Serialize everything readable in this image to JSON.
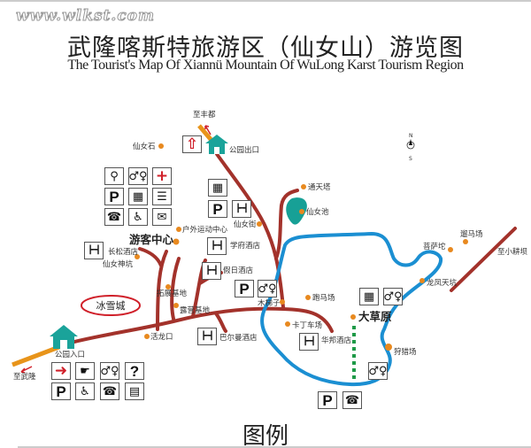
{
  "watermark": "www.wlkst.com",
  "title_cn": "武隆喀斯特旅游区（仙女山）游览图",
  "title_en": "The Tourist's Map Of Xiannü  Mountain Of WuLong Karst Tourism Region",
  "compass": {
    "n": "N",
    "s": "S"
  },
  "places": {
    "to_fengdu": "至丰都",
    "xiannvshi": "仙女石",
    "park_exit": "公园出口",
    "xiannvjie": "仙女街",
    "tongtianta": "通天塔",
    "xiannvchi": "仙女池",
    "outdoor_center": "户外运动中心",
    "visitor_center": "游客中心",
    "changsong_hotel": "长松酒店",
    "xiannv_shenkeng": "仙女神坑",
    "xuefu_hotel": "学府酒店",
    "jiari_hotel": "假日酒店",
    "tuozhan_base": "拓展基地",
    "lu_ying_base": "露营基地",
    "mutizi": "木梯子",
    "paomachang": "跑马场",
    "huolongkou": "活龙口",
    "baerman_hotel": "巴尔曼酒店",
    "kart": "卡丁车场",
    "huabang_hotel": "华邦酒店",
    "grassland": "大草原",
    "liumachang": "遛马场",
    "pusatuo": "菩萨坨",
    "to_xiaogengba": "至小耕坝",
    "longfeng_tiankeng": "龙凤天坑",
    "hunting": "狩猎场",
    "ice_city": "冰雪城",
    "park_entrance": "公园入口",
    "to_wulong": "至武隆"
  },
  "legend_title": "图例",
  "icon_glyphs": {
    "parking": "P",
    "help": "?",
    "first_aid": "+",
    "toilets": "♂♀",
    "phone": "☎",
    "wheelchair": "♿",
    "mail": "✉",
    "bed": "┣━┫",
    "shopping": "▦",
    "reception": "⚲",
    "railway": "☰",
    "luggage": "▤",
    "guide": "☛",
    "exit": "➜",
    "exit_up": "⇧"
  },
  "colors": {
    "road": "#a3322b",
    "river": "#1b8fd2",
    "access_road": "#e8941a",
    "poi": "#e8891f",
    "gate": "#1aa39a",
    "lake": "#17a096",
    "trail": "#1f9a48",
    "ice_city": "#d0202a"
  }
}
